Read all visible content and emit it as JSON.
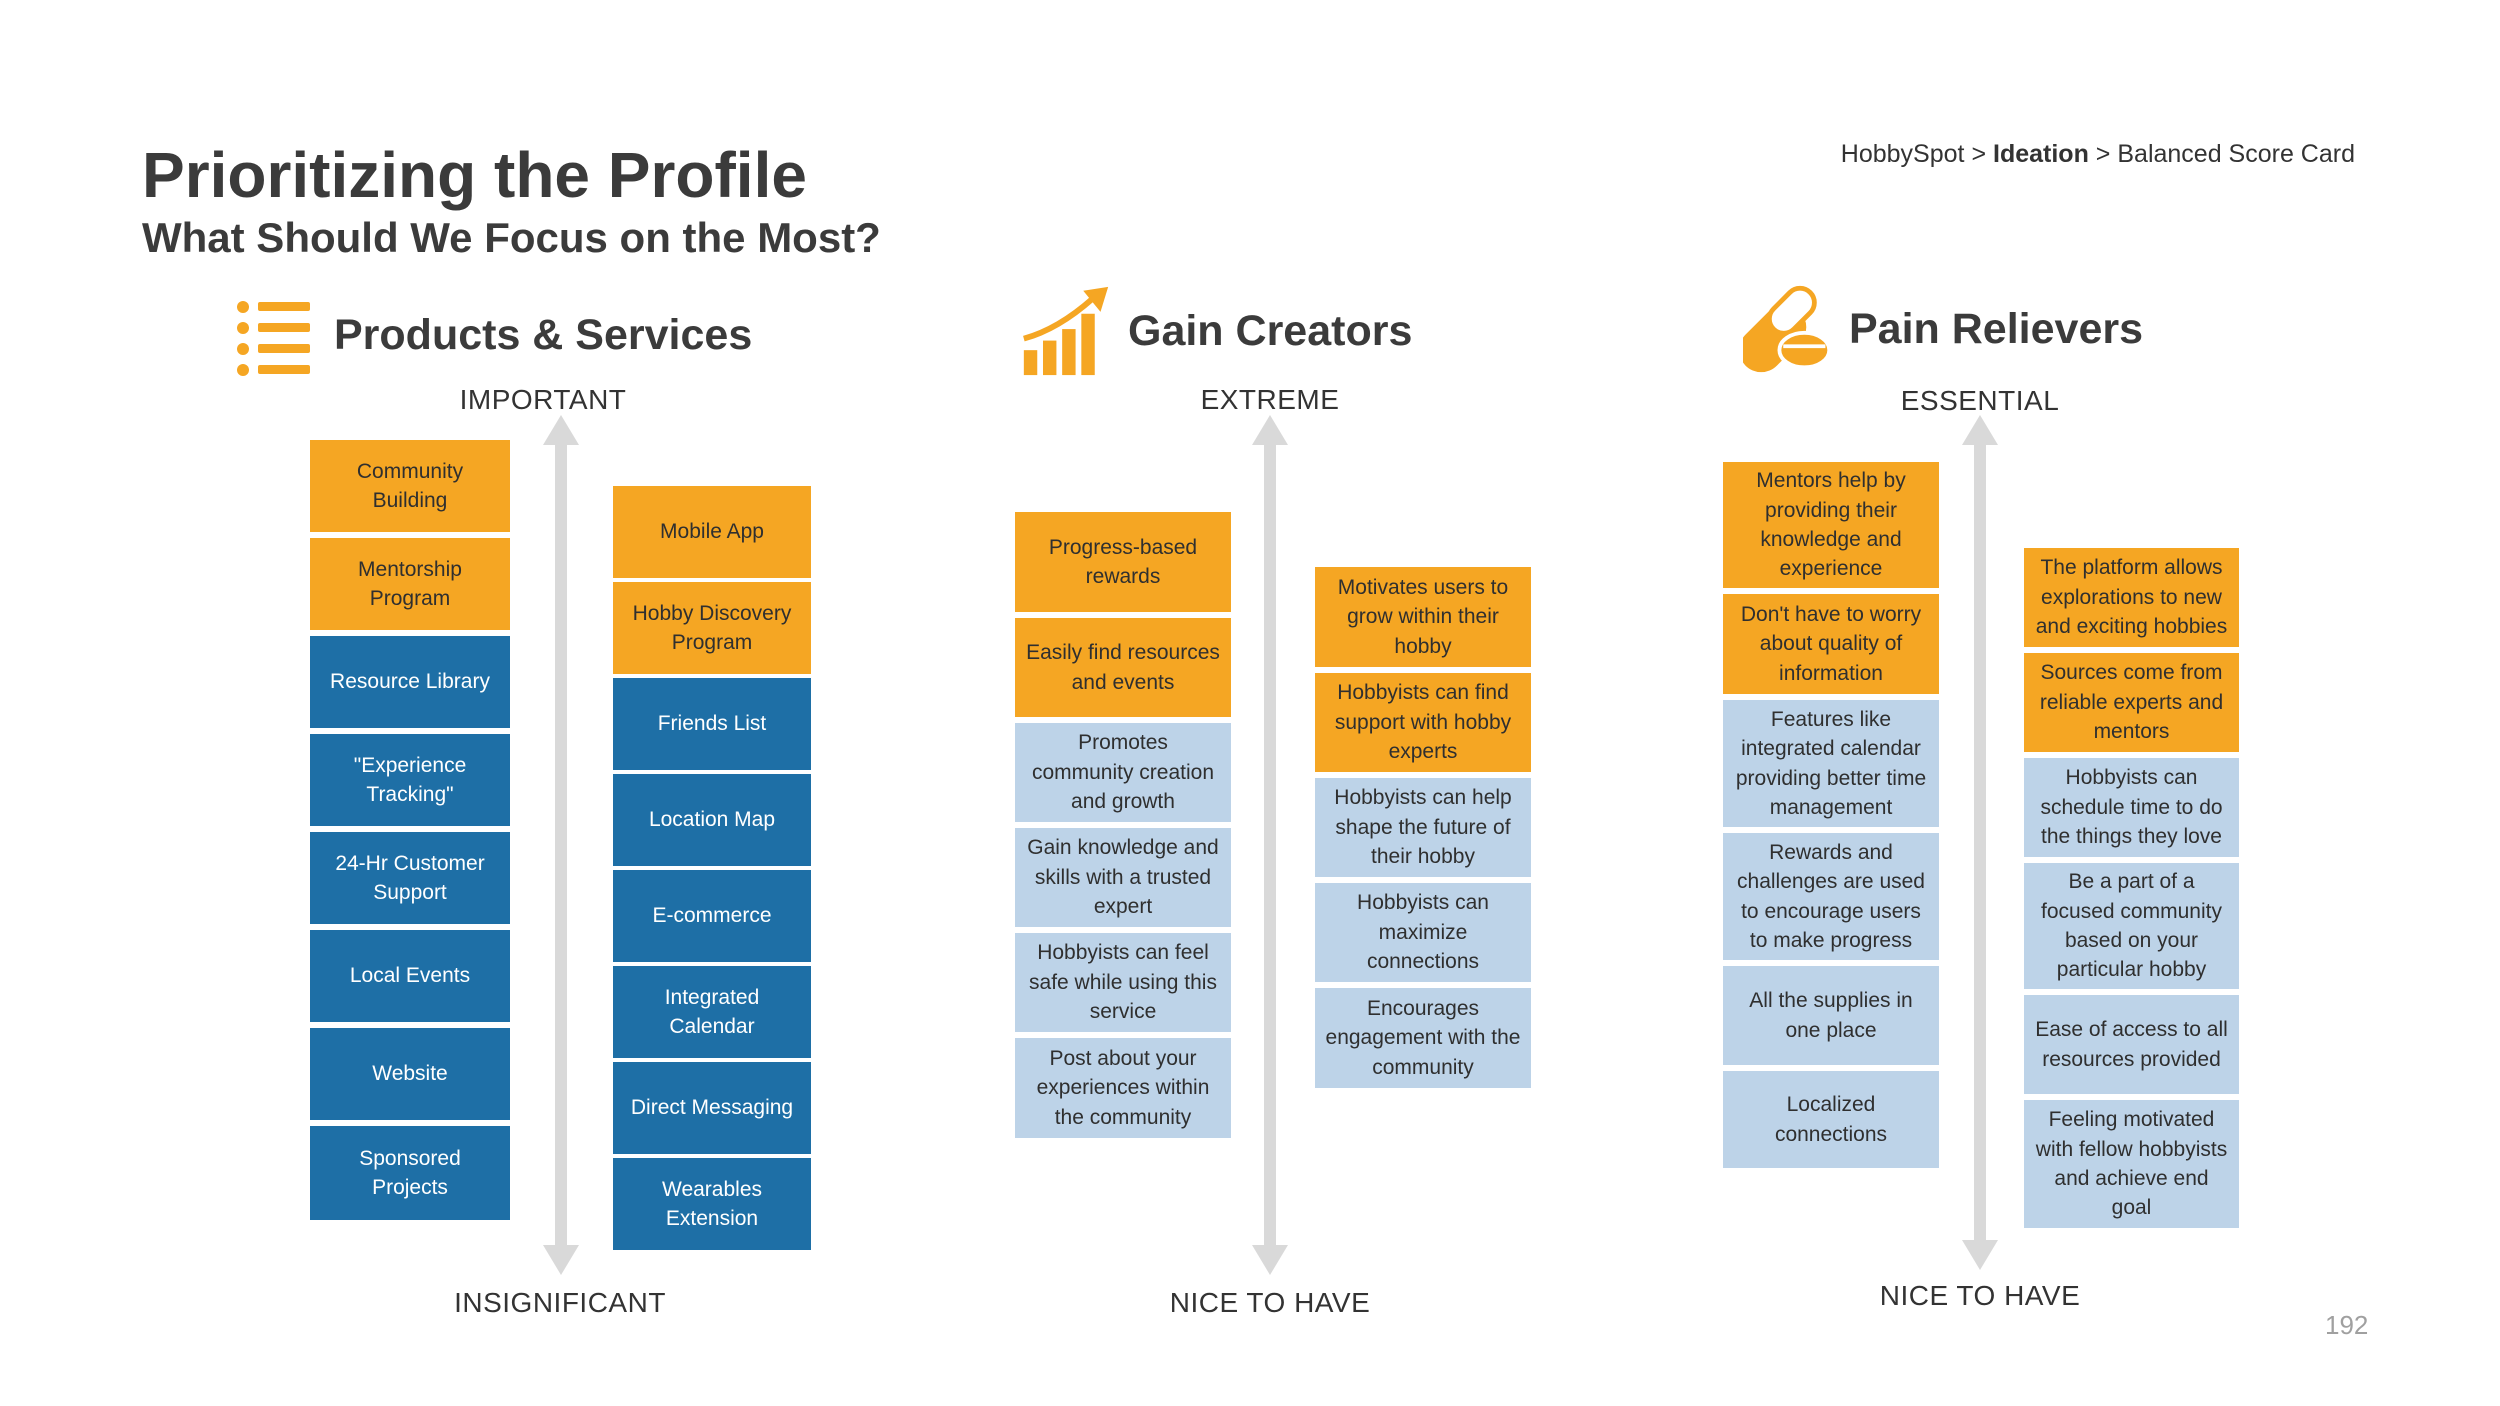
{
  "title": "Prioritizing the Profile",
  "subtitle": "What Should We Focus on the Most?",
  "breadcrumb": {
    "root": "HobbySpot",
    "sep1": ">",
    "current": "Ideation",
    "sep2": ">",
    "last": "Balanced Score Card"
  },
  "page_number": "192",
  "colors": {
    "orange": "#f5a623",
    "blue": "#1e6fa6",
    "light_blue": "#bdd3e8",
    "arrow": "#d9d9d9"
  },
  "sections": [
    {
      "heading": "Products & Services",
      "icon": "list-icon",
      "top_label": "IMPORTANT",
      "bottom_label": "INSIGNIFICANT",
      "left": [
        "Community Building",
        "Mentorship Program",
        "Resource Library",
        "\"Experience Tracking\"",
        "24-Hr Customer Support",
        "Local Events",
        "Website",
        "Sponsored Projects"
      ],
      "right": [
        "Mobile App",
        "Hobby Discovery Program",
        "Friends List",
        "Location Map",
        "E-commerce",
        "Integrated Calendar",
        "Direct Messaging",
        "Wearables Extension"
      ]
    },
    {
      "heading": "Gain Creators",
      "icon": "growth-chart-icon",
      "top_label": "EXTREME",
      "bottom_label": "NICE TO HAVE",
      "left": [
        "Progress-based rewards",
        "Easily find resources and events",
        "Promotes community creation and growth",
        "Gain knowledge and skills with a trusted expert",
        "Hobbyists can feel safe while using this service",
        "Post about your experiences within the community"
      ],
      "right": [
        "Motivates users to grow within their hobby",
        "Hobbyists can find support with hobby experts",
        "Hobbyists can help shape the future of their hobby",
        "Hobbyists can maximize connections",
        "Encourages engagement with the community"
      ]
    },
    {
      "heading": "Pain Relievers",
      "icon": "pills-icon",
      "top_label": "ESSENTIAL",
      "bottom_label": "NICE TO HAVE",
      "left": [
        "Mentors help by providing their knowledge and experience",
        "Don't have to worry about quality of information",
        "Features like integrated calendar providing better time management",
        "Rewards and challenges are used to encourage users to make progress",
        "All the supplies in one place",
        "Localized connections"
      ],
      "right": [
        "The platform allows explorations to new and exciting hobbies",
        "Sources come from reliable experts and mentors",
        "Hobbyists can schedule time to do the things they love",
        "Be a part of a focused community based on your particular hobby",
        "Ease of access to all resources provided",
        "Feeling motivated with fellow hobbyists and achieve end goal"
      ]
    }
  ]
}
